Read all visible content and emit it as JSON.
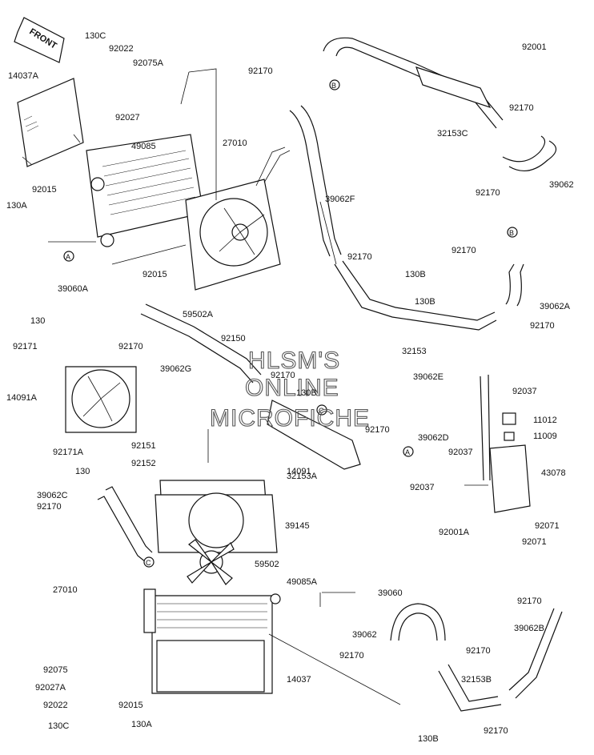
{
  "front_arrow": "FRONT",
  "watermark": [
    "HLSM'S",
    "ONLINE",
    "MICROFICHE"
  ],
  "ref_markers": [
    "A",
    "B",
    "C"
  ],
  "parts": [
    {
      "id": "130c_t",
      "text": "130C"
    },
    {
      "id": "92022_t",
      "text": "92022"
    },
    {
      "id": "92075a",
      "text": "92075A"
    },
    {
      "id": "92027_t",
      "text": "92027"
    },
    {
      "id": "14037a",
      "text": "14037A"
    },
    {
      "id": "49085",
      "text": "49085"
    },
    {
      "id": "92015_t",
      "text": "92015"
    },
    {
      "id": "130a_t",
      "text": "130A"
    },
    {
      "id": "39060a",
      "text": "39060A"
    },
    {
      "id": "92170_1",
      "text": "92170"
    },
    {
      "id": "27010_t",
      "text": "27010"
    },
    {
      "id": "92015_m",
      "text": "92015"
    },
    {
      "id": "59502a",
      "text": "59502A"
    },
    {
      "id": "92150",
      "text": "92150"
    },
    {
      "id": "39062f",
      "text": "39062F"
    },
    {
      "id": "92170_2",
      "text": "92170"
    },
    {
      "id": "130b_1",
      "text": "130B"
    },
    {
      "id": "130b_2",
      "text": "130B"
    },
    {
      "id": "32153",
      "text": "32153"
    },
    {
      "id": "92001",
      "text": "92001"
    },
    {
      "id": "92170_3",
      "text": "92170"
    },
    {
      "id": "32153c",
      "text": "32153C"
    },
    {
      "id": "92170_4",
      "text": "92170"
    },
    {
      "id": "39062",
      "text": "39062"
    },
    {
      "id": "92170_5",
      "text": "92170"
    },
    {
      "id": "39062a",
      "text": "39062A"
    },
    {
      "id": "92170_6",
      "text": "92170"
    },
    {
      "id": "130_l",
      "text": "130"
    },
    {
      "id": "92171",
      "text": "92171"
    },
    {
      "id": "92170_7",
      "text": "92170"
    },
    {
      "id": "39062g",
      "text": "39062G"
    },
    {
      "id": "92170_8",
      "text": "92170"
    },
    {
      "id": "130b_3",
      "text": "130B"
    },
    {
      "id": "14091a",
      "text": "14091A"
    },
    {
      "id": "92170_9",
      "text": "92170"
    },
    {
      "id": "32153a",
      "text": "32153A"
    },
    {
      "id": "92171a",
      "text": "92171A"
    },
    {
      "id": "130_l2",
      "text": "130"
    },
    {
      "id": "92151",
      "text": "92151"
    },
    {
      "id": "92152",
      "text": "92152"
    },
    {
      "id": "39062e",
      "text": "39062E"
    },
    {
      "id": "92037_1",
      "text": "92037"
    },
    {
      "id": "11012",
      "text": "11012"
    },
    {
      "id": "11009",
      "text": "11009"
    },
    {
      "id": "39062d",
      "text": "39062D"
    },
    {
      "id": "92037_2",
      "text": "92037"
    },
    {
      "id": "43078",
      "text": "43078"
    },
    {
      "id": "92037_3",
      "text": "92037"
    },
    {
      "id": "92001a",
      "text": "92001A"
    },
    {
      "id": "92071_1",
      "text": "92071"
    },
    {
      "id": "92071_2",
      "text": "92071"
    },
    {
      "id": "14091",
      "text": "14091"
    },
    {
      "id": "39062c",
      "text": "39062C"
    },
    {
      "id": "92170_10",
      "text": "92170"
    },
    {
      "id": "39145",
      "text": "39145"
    },
    {
      "id": "59502",
      "text": "59502"
    },
    {
      "id": "27010_b",
      "text": "27010"
    },
    {
      "id": "49085a",
      "text": "49085A"
    },
    {
      "id": "39060",
      "text": "39060"
    },
    {
      "id": "92170_11",
      "text": "92170"
    },
    {
      "id": "39062_b",
      "text": "39062"
    },
    {
      "id": "39062b",
      "text": "39062B"
    },
    {
      "id": "92170_12",
      "text": "92170"
    },
    {
      "id": "92170_13",
      "text": "92170"
    },
    {
      "id": "92075",
      "text": "92075"
    },
    {
      "id": "14037",
      "text": "14037"
    },
    {
      "id": "92027a",
      "text": "92027A"
    },
    {
      "id": "32153b",
      "text": "32153B"
    },
    {
      "id": "92022_b",
      "text": "92022"
    },
    {
      "id": "92015_b",
      "text": "92015"
    },
    {
      "id": "130c_b",
      "text": "130C"
    },
    {
      "id": "130a_b",
      "text": "130A"
    },
    {
      "id": "130b_4",
      "text": "130B"
    },
    {
      "id": "92170_14",
      "text": "92170"
    }
  ]
}
